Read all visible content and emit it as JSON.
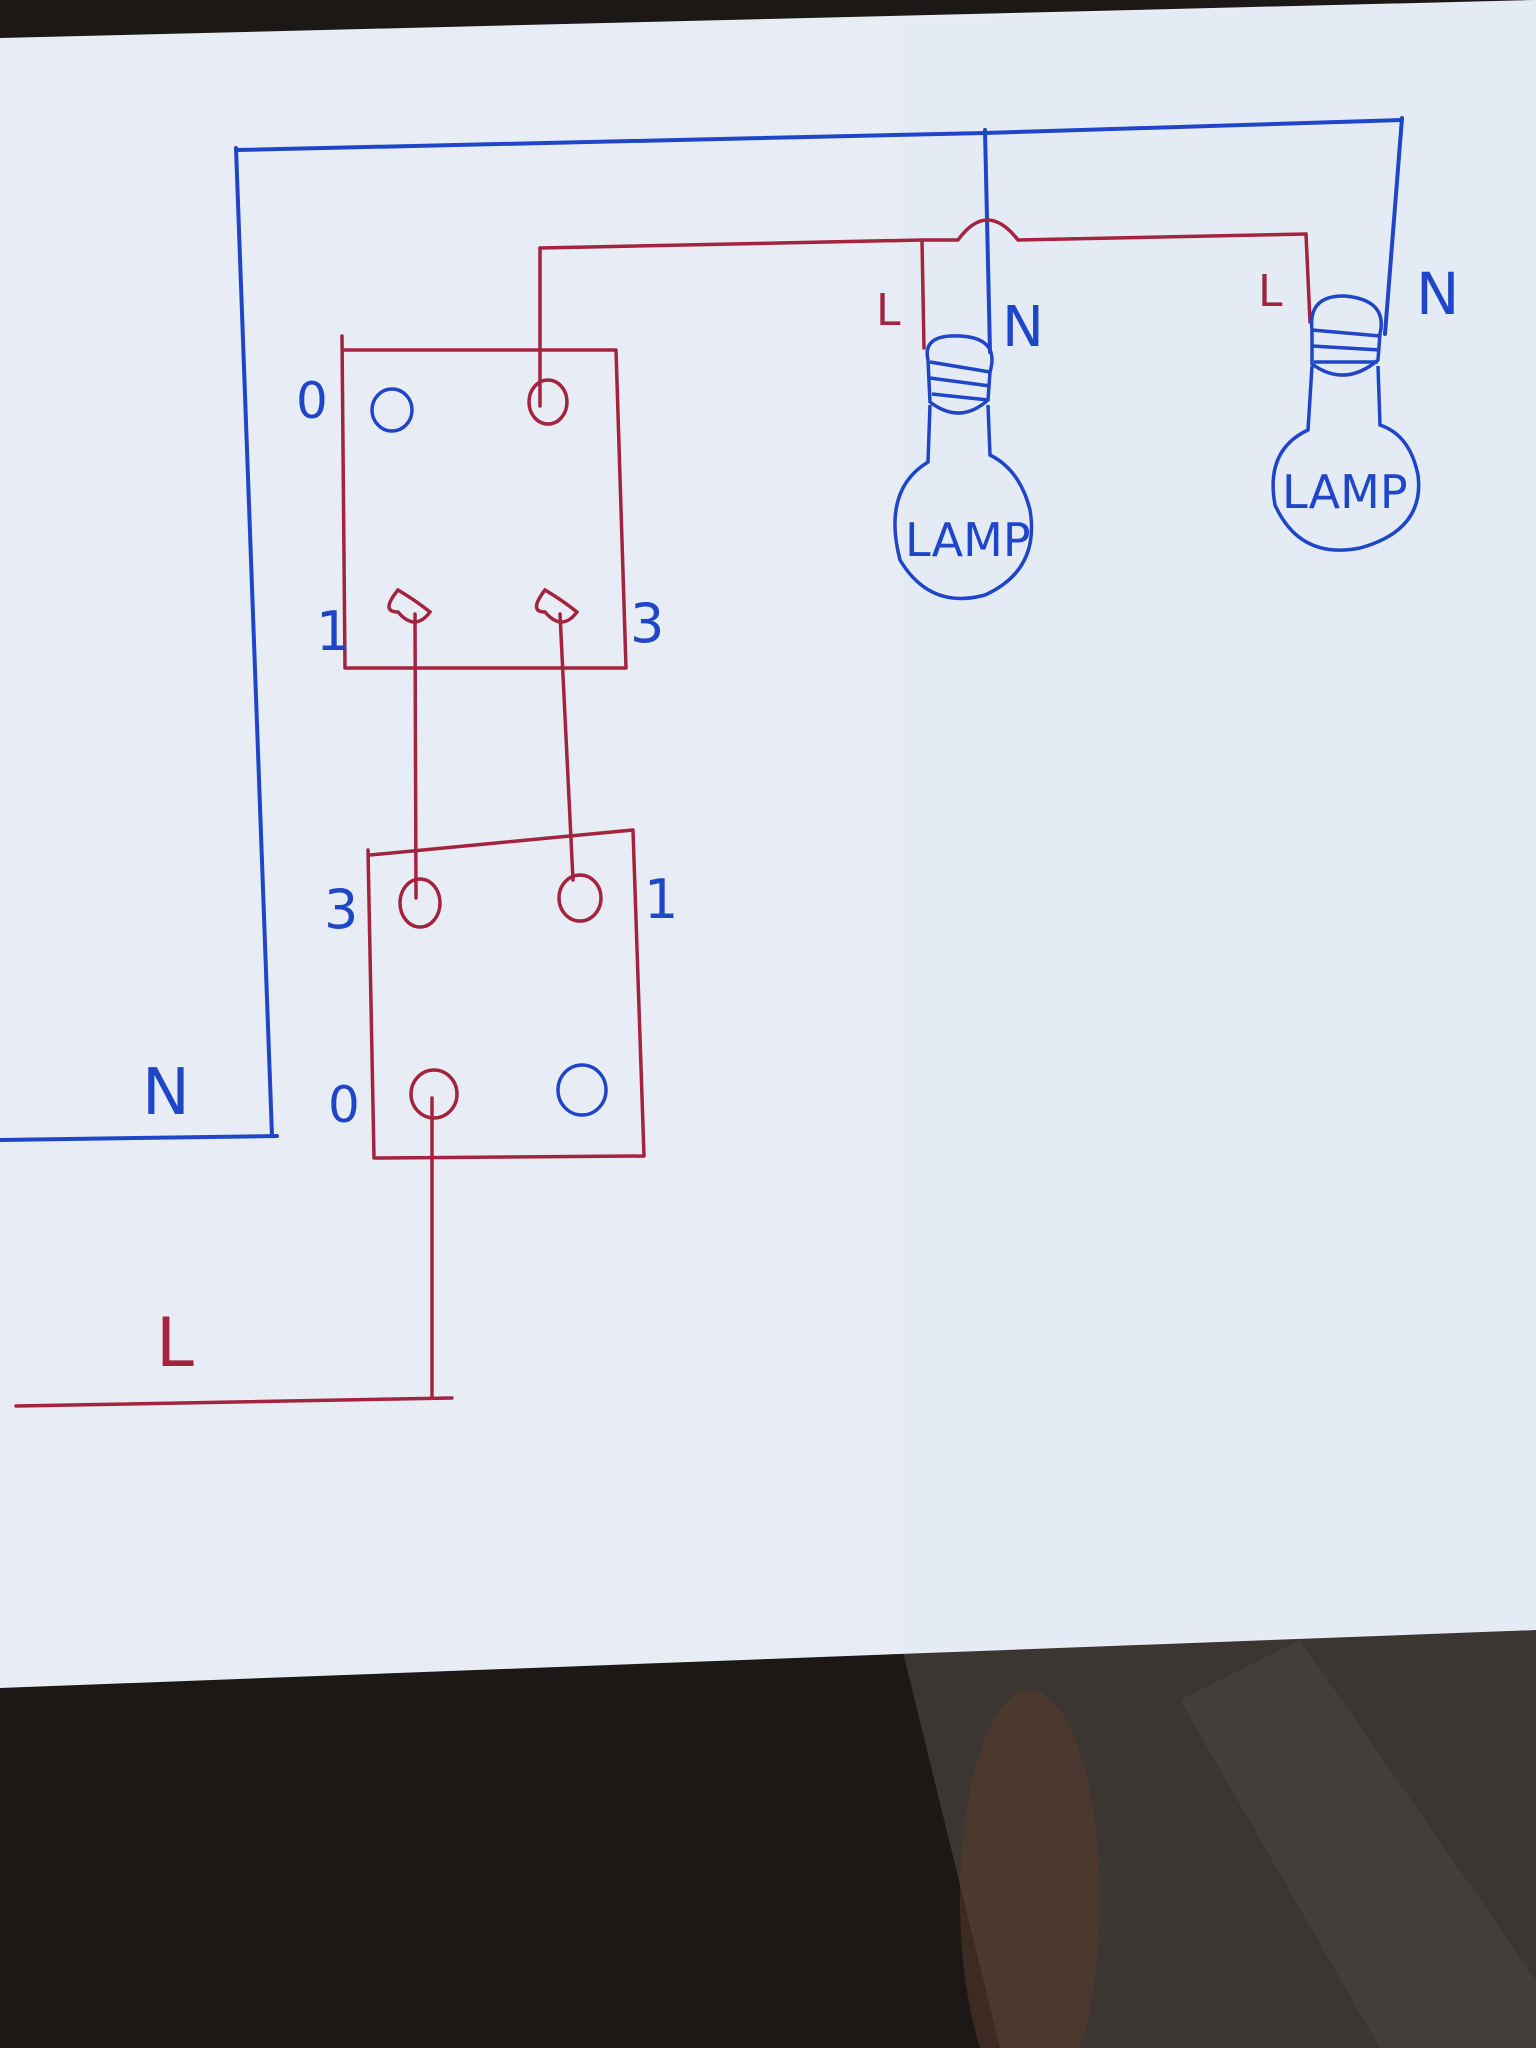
{
  "colors": {
    "paper": "#e9eef6",
    "neutral_wire": "#1f46c9",
    "live_wire": "#a3243e",
    "background": "#1a1714"
  },
  "supply": {
    "neutral_label": "N",
    "live_label": "L"
  },
  "switch_top": {
    "label_0": "0",
    "label_1": "1",
    "label_3": "3"
  },
  "switch_bottom": {
    "label_3": "3",
    "label_1": "1",
    "label_0": "0"
  },
  "lamps": [
    {
      "label": "LAMP",
      "live_label": "L",
      "neutral_label": "N"
    },
    {
      "label": "LAMP",
      "live_label": "L",
      "neutral_label": "N"
    }
  ]
}
